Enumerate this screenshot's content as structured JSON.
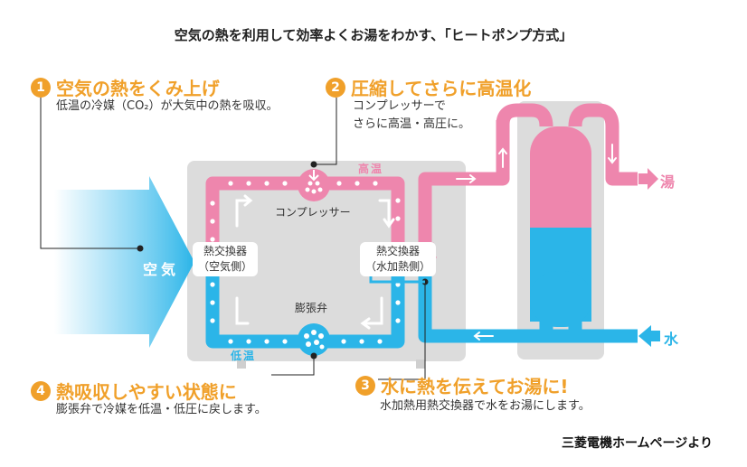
{
  "title": "空気の熱を利用して効率よくお湯をわかす、「ヒートポンプ方式」",
  "steps": [
    {
      "num": "1",
      "title": "空気の熱をくみ上げ",
      "desc1": "低温の冷媒（CO₂）が大気中の熱を吸収。",
      "desc2": ""
    },
    {
      "num": "2",
      "title": "圧縮してさらに高温化",
      "desc1": "コンプレッサーで",
      "desc2": "さらに高温・高圧に。"
    },
    {
      "num": "3",
      "title": "水に熱を伝えてお湯に!",
      "desc1": "水加熱用熱交換器で水をお湯にします。",
      "desc2": ""
    },
    {
      "num": "4",
      "title": "熱吸収しやすい状態に",
      "desc1": "膨張弁で冷媒を低温・低圧に戻します。",
      "desc2": ""
    }
  ],
  "labels": {
    "air": "空気",
    "high_temp": "高温",
    "low_temp": "低温",
    "compressor": "コンプレッサー",
    "expansion_valve": "膨張弁",
    "hx_air_1": "熱交換器",
    "hx_air_2": "（空気側）",
    "hx_water_1": "熱交換器",
    "hx_water_2": "（水加熱側）",
    "hot_water": "湯",
    "water": "水"
  },
  "colors": {
    "accent": "#f0a02a",
    "hot": "#ee86ad",
    "cold": "#2bb5e8",
    "unit": "#dcdcdc"
  },
  "footer": "三菱電機ホームページより"
}
